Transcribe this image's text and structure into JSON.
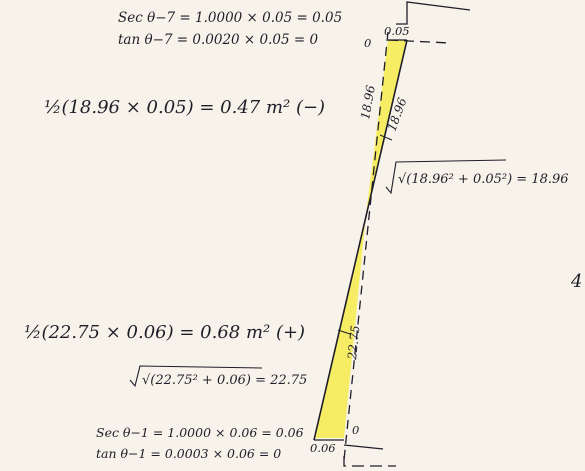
{
  "notes": {
    "top_sec": "Sec θ−7 = 1.0000 × 0.05 = 0.05",
    "top_tan": "tan θ−7 = 0.0020 × 0.05 = 0",
    "upper_area": "½(18.96 × 0.05) = 0.47 m² (−)",
    "upper_sqrt": "√(18.96² + 0.05²) = 18.96",
    "lower_area": "½(22.75 × 0.06) = 0.68 m² (+)",
    "lower_sqrt": "√(22.75² + 0.06) = 22.75",
    "bottom_sec": "Sec θ−1 = 1.0000 × 0.06 = 0.06",
    "bottom_tan": "tan θ−1 = 0.0003 × 0.06 = 0",
    "right_edge_numeral": "4"
  },
  "figure": {
    "top_offset": "0.05",
    "top_zero": "0",
    "upper_length_left": "18.96",
    "upper_length_right": "18.96",
    "lower_length": "22.75",
    "bottom_offset": "0.06",
    "bottom_zero": "0"
  },
  "colors": {
    "ink": "#1e1e2a",
    "highlight": "#f5ec55",
    "paper": "#f7f3ea"
  }
}
